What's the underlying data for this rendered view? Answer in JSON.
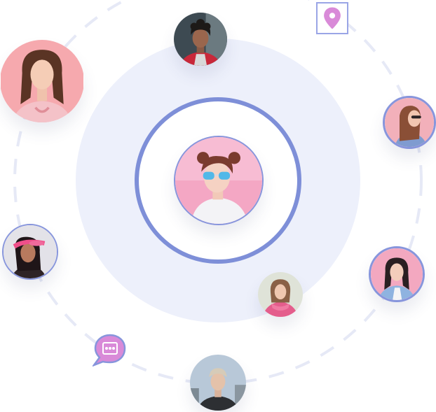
{
  "colors": {
    "orbit_dash": "#e6e9f6",
    "inner_disc": "#edf0fb",
    "ring": "#7e8fd8",
    "pin": "#d98ad8",
    "chat_bubble": "#d98ad8",
    "chat_outline": "#8795dc"
  },
  "avatars": [
    {
      "name": "center-avatar",
      "description": "woman-sunglasses-pink"
    },
    {
      "name": "top-avatar",
      "description": "man-red-jacket"
    },
    {
      "name": "top-left-avatar",
      "description": "woman-pink-background"
    },
    {
      "name": "right-avatar",
      "description": "woman-sunglasses-side"
    },
    {
      "name": "left-avatar",
      "description": "woman-pink-visor"
    },
    {
      "name": "lower-right-avatar",
      "description": "woman-denim-jacket"
    },
    {
      "name": "inner-lower-avatar",
      "description": "woman-pink-scarf"
    },
    {
      "name": "bottom-avatar",
      "description": "man-city-background"
    }
  ],
  "icons": {
    "pin": "location-pin-icon",
    "chat": "chat-bubble-icon"
  }
}
